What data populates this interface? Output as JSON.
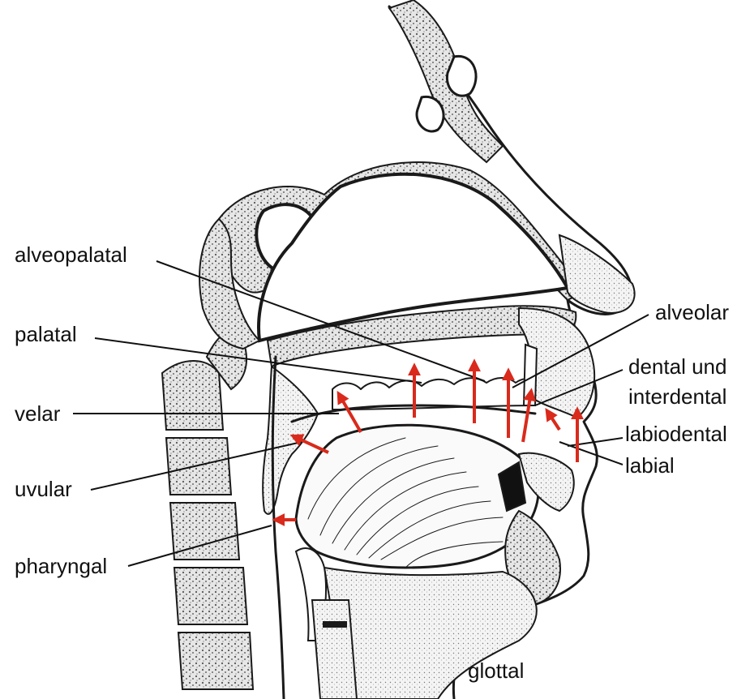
{
  "labels": {
    "alveopalatal": "alveopalatal",
    "palatal": "palatal",
    "velar": "velar",
    "uvular": "uvular",
    "pharyngal": "pharyngal",
    "alveolar": "alveolar",
    "dental_line1": "dental und",
    "dental_line2": "interdental",
    "labiodental": "labiodental",
    "labial": "labial",
    "glottal": "glottal"
  },
  "colors": {
    "arrow": "#d92a1c",
    "ink": "#1a1a1a",
    "tissue": "#f2f2f2"
  }
}
